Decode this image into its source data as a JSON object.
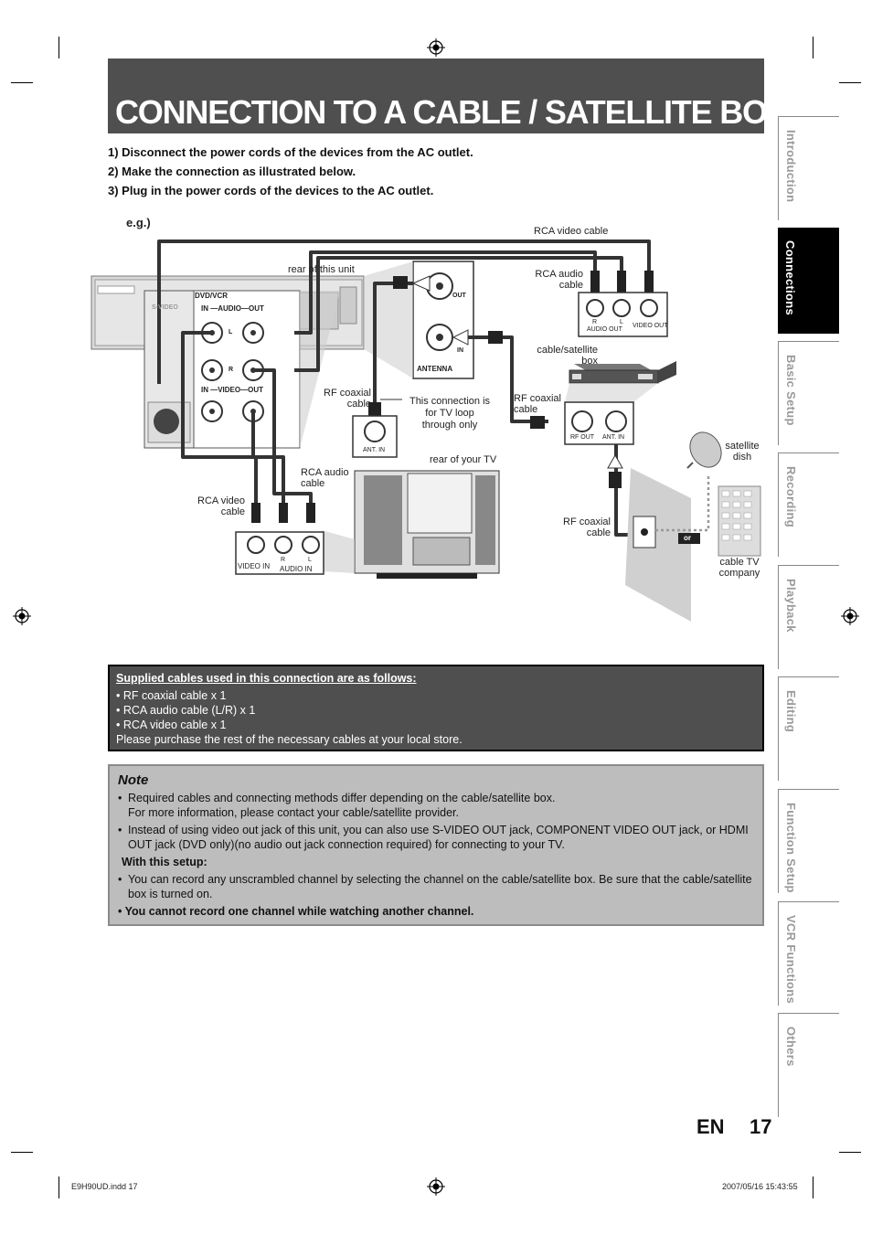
{
  "title": "CONNECTION TO A CABLE / SATELLITE BOX",
  "steps": [
    "1) Disconnect the power cords of the devices from the AC outlet.",
    "2) Make the connection as illustrated below.",
    "3) Plug in the power cords of the devices to the AC outlet."
  ],
  "diagram": {
    "eg": "e.g.)",
    "rca_video_cable_top": "RCA video cable",
    "rear_unit": "rear of this unit",
    "rca_audio_cable_top": [
      "RCA audio",
      "cable"
    ],
    "dvd_vcr": "DVD/VCR",
    "s_video": "S-VIDEO",
    "in_audio_out": "IN —AUDIO—OUT",
    "in_video_out": "IN —VIDEO—OUT",
    "l": "L",
    "r": "R",
    "out": "OUT",
    "in": "IN",
    "antenna": "ANTENNA",
    "cable_sat_box": [
      "cable/satellite",
      "box"
    ],
    "rf_coaxial_cable_left": [
      "RF coaxial",
      "cable"
    ],
    "tv_loop": [
      "This connection is",
      "for TV loop",
      "through only"
    ],
    "rf_coaxial_cable_mid": [
      "RF coaxial",
      "cable"
    ],
    "ant_in": "ANT. IN",
    "rf_out": "RF OUT",
    "ant_in2": "ANT. IN",
    "audio_out_r": "R",
    "audio_out_l": "L",
    "audio_out": "AUDIO OUT",
    "video_out": "VIDEO OUT",
    "satellite_dish": [
      "satellite",
      "dish"
    ],
    "rear_tv": "rear of your TV",
    "rca_audio_cable_mid": [
      "RCA audio",
      "cable"
    ],
    "rca_video_cable_left": [
      "RCA video",
      "cable"
    ],
    "rf_coaxial_cable_bottom": [
      "RF coaxial",
      "cable"
    ],
    "or": "or",
    "cable_tv_company": [
      "cable TV",
      "company"
    ],
    "video_in": "VIDEO IN",
    "audio_in_r": "R",
    "audio_in_l": "L",
    "audio_in": "AUDIO IN"
  },
  "supplied": {
    "heading": "Supplied cables used in this connection are as follows:",
    "items": [
      "• RF coaxial cable x 1",
      "• RCA audio cable (L/R) x 1",
      "• RCA video cable x 1"
    ],
    "footer": "Please purchase the rest of the necessary cables at your local store."
  },
  "note": {
    "title": "Note",
    "item1_line1": "Required cables and connecting methods differ depending on the cable/satellite box.",
    "item1_line2": "For more information, please contact your cable/satellite provider.",
    "item2": "Instead of using video out jack of this unit, you can also use S-VIDEO OUT jack, COMPONENT VIDEO OUT jack, or HDMI OUT jack (DVD only)(no audio out jack connection required) for connecting to your TV.",
    "with_setup": "With this setup:",
    "item3": "You can record any unscrambled channel by selecting the channel on the cable/satellite box. Be sure that the cable/satellite box is turned on.",
    "item4": "• You cannot record one channel while watching another channel."
  },
  "tabs": [
    {
      "label": "Introduction",
      "active": false
    },
    {
      "label": "Connections",
      "active": true
    },
    {
      "label": "Basic Setup",
      "active": false
    },
    {
      "label": "Recording",
      "active": false
    },
    {
      "label": "Playback",
      "active": false
    },
    {
      "label": "Editing",
      "active": false
    },
    {
      "label": "Function Setup",
      "active": false
    },
    {
      "label": "VCR Functions",
      "active": false
    },
    {
      "label": "Others",
      "active": false
    }
  ],
  "page": {
    "lang": "EN",
    "number": "17"
  },
  "footer": {
    "file": "E9H90UD.indd   17",
    "date": "2007/05/16   15:43:55"
  }
}
